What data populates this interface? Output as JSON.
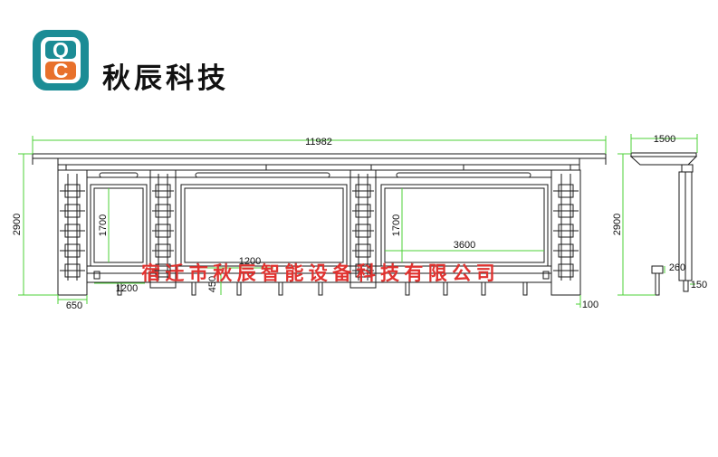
{
  "brand": {
    "logo_letters": [
      "Q",
      "C"
    ],
    "logo_colors": {
      "teal": "#1b8c95",
      "orange": "#e8712b"
    },
    "name": "秋辰科技"
  },
  "watermark": "宿迁市秋辰智能设备科技有限公司",
  "dimensions": {
    "total_width": "11982",
    "total_height": "2900",
    "side_height": "2900",
    "side_depth": "1500",
    "left_panel_height": "1700",
    "left_panel_width": "1200",
    "center_width": "1200",
    "center_bottom": "450",
    "right_panel_height": "1700",
    "right_panel_width": "3600",
    "left_offset": "650",
    "right_offset": "100",
    "side_box": "260",
    "side_post": "150"
  },
  "colors": {
    "line": "#1a1a1a",
    "dimension": "#4cd137",
    "watermark": "#e0322f"
  }
}
